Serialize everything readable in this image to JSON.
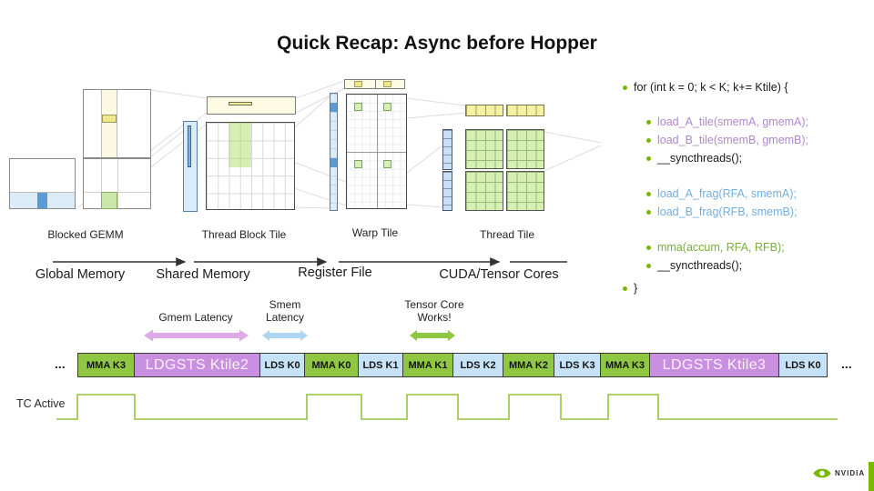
{
  "title": "Quick Recap: Async before Hopper",
  "colors": {
    "nvidia_green": "#76b900",
    "mma_fill": "#8fc742",
    "lds_fill": "#c6e2f6",
    "ldgsts_fill": "#c98fe0",
    "code_gmem_purple": "#b286cf",
    "code_smem_blue": "#74aede",
    "code_mma_green": "#77b03c",
    "waveform_green": "#96c33f"
  },
  "code": {
    "lines": [
      {
        "text": "for (int k = 0; k < K; k+= Ktile) {",
        "style": "plain",
        "indent": 0
      },
      {
        "text": "load_A_tile(smemA, gmemA);",
        "style": "gmem",
        "indent": 1
      },
      {
        "text": "load_B_tile(smemB, gmemB);",
        "style": "gmem",
        "indent": 1
      },
      {
        "text": "__syncthreads();",
        "style": "plain",
        "indent": 1
      },
      {
        "text": "load_A_frag(RFA, smemA);",
        "style": "smem",
        "indent": 1
      },
      {
        "text": "load_B_frag(RFB, smemB);",
        "style": "smem",
        "indent": 1
      },
      {
        "text": "mma(accum, RFA, RFB);",
        "style": "mma",
        "indent": 1
      },
      {
        "text": "__syncthreads();",
        "style": "plain",
        "indent": 1
      },
      {
        "text": "}",
        "style": "plain",
        "indent": 0
      }
    ]
  },
  "tiles": {
    "labels": [
      "Blocked GEMM",
      "Thread Block Tile",
      "Warp Tile",
      "Thread Tile"
    ]
  },
  "memory": {
    "labels": [
      "Global Memory",
      "Shared Memory",
      "Register File",
      "CUDA/Tensor Cores"
    ]
  },
  "latency": {
    "gmem": "Gmem Latency",
    "smem": "Smem Latency",
    "tc": "Tensor Core Works!"
  },
  "timeline": {
    "ellipsis": "...",
    "segments": [
      {
        "label": "MMA K3",
        "type": "mma",
        "w": 63
      },
      {
        "label": "LDGSTS Ktile2",
        "type": "ldgsts",
        "w": 139
      },
      {
        "label": "LDS K0",
        "type": "lds",
        "w": 50
      },
      {
        "label": "MMA K0",
        "type": "mma",
        "w": 60
      },
      {
        "label": "LDS K1",
        "type": "lds",
        "w": 50
      },
      {
        "label": "MMA K1",
        "type": "mma",
        "w": 56
      },
      {
        "label": "LDS K2",
        "type": "lds",
        "w": 56
      },
      {
        "label": "MMA K2",
        "type": "mma",
        "w": 57
      },
      {
        "label": "LDS K3",
        "type": "lds",
        "w": 52
      },
      {
        "label": "MMA K3",
        "type": "mma",
        "w": 55
      },
      {
        "label": "LDGSTS Ktile3",
        "type": "ldgsts",
        "w": 143
      },
      {
        "label": "LDS K0",
        "type": "lds",
        "w": 54
      }
    ]
  },
  "waveform": {
    "label": "TC Active"
  },
  "footer": {
    "brand": "NVIDIA"
  }
}
